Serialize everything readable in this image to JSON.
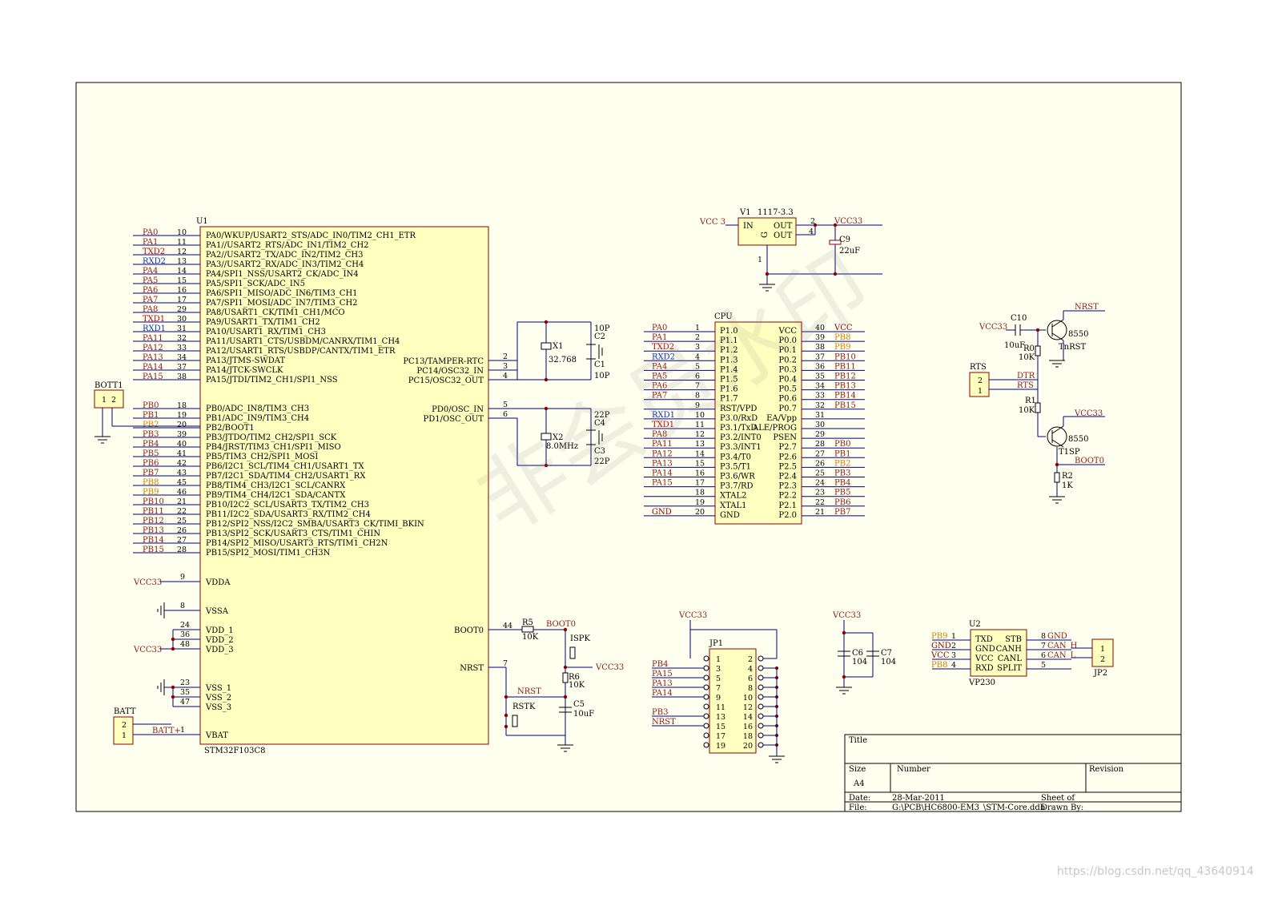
{
  "colors": {
    "frame": "#000000",
    "chip_fill": "#ffffc0",
    "paper": "#fffff0",
    "wire": "#000080",
    "net_label": "#8b1a1a",
    "power": "#8b0000",
    "pin_stub": "#8b0000",
    "junction": "#8b0000",
    "tx_net": "#c00000",
    "rx_net": "#1030c0",
    "boot_net": "#d08000"
  },
  "watermark": "非会员水印",
  "source_url": "https://blog.csdn.net/qq_43640914",
  "title_block": {
    "title_label": "Title",
    "size_label": "Size",
    "size_value": "A4",
    "number_label": "Number",
    "revision_label": "Revision",
    "date_label": "Date:",
    "date_value": "28-Mar-2011",
    "sheet_label": "Sheet   of",
    "file_label": "File:",
    "file_value": "G:\\PCB\\HC6800-EM3_\\STM-Core.ddb",
    "drawn_label": "Drawn By:"
  },
  "u1": {
    "ref": "U1",
    "name": "STM32F103C8",
    "left_pins": [
      {
        "num": "10",
        "label": "PA0/WKUP/USART2_STS/ADC_IN0/TIM2_CH1_ETR",
        "net": "PA0"
      },
      {
        "num": "11",
        "label": "PA1//USART2_RTS/ADC_IN1/TIM2_CH2",
        "net": "PA1"
      },
      {
        "num": "12",
        "label": "PA2//USART2_TX/ADC_IN2/TIM2_CH3",
        "net": "TXD2"
      },
      {
        "num": "13",
        "label": "PA3//USART2_RX/ADC_IN3/TIM2_CH4",
        "net": "RXD2"
      },
      {
        "num": "14",
        "label": "PA4/SPI1_NSS/USART2_CK/ADC_IN4",
        "net": "PA4"
      },
      {
        "num": "15",
        "label": "PA5/SPI1_SCK/ADC_IN5",
        "net": "PA5"
      },
      {
        "num": "16",
        "label": "PA6/SPI1_MISO/ADC_IN6/TIM3_CH1",
        "net": "PA6"
      },
      {
        "num": "17",
        "label": "PA7/SPI1_MOSI/ADC_IN7/TIM3_CH2",
        "net": "PA7"
      },
      {
        "num": "29",
        "label": "PA8/USART1_CK/TIM1_CH1/MCO",
        "net": "PA8"
      },
      {
        "num": "30",
        "label": "PA9/USART1_TX/TIM1_CH2",
        "net": "TXD1"
      },
      {
        "num": "31",
        "label": "PA10/USART1_RX/TIM1_CH3",
        "net": "RXD1"
      },
      {
        "num": "32",
        "label": "PA11/USART1_CTS/USBDM/CANRX/TIM1_CH4",
        "net": "PA11"
      },
      {
        "num": "33",
        "label": "PA12/USART1_RTS/USBDP/CANTX/TIM1_ETR",
        "net": "PA12"
      },
      {
        "num": "34",
        "label": "PA13/JTMS-SWDAT",
        "net": "PA13"
      },
      {
        "num": "37",
        "label": "PA14/JTCK-SWCLK",
        "net": "PA14"
      },
      {
        "num": "38",
        "label": "PA15/JTDI/TIM2_CH1/SPI1_NSS",
        "net": "PA15"
      },
      {
        "num": "18",
        "label": "PB0/ADC_IN8/TIM3_CH3",
        "net": "PB0"
      },
      {
        "num": "19",
        "label": "PB1/ADC_IN9/TIM3_CH4",
        "net": "PB1"
      },
      {
        "num": "20",
        "label": "PB2/BOOT1",
        "net": "PB2"
      },
      {
        "num": "39",
        "label": "PB3/JTDO/TIM2_CH2/SPI1_SCK",
        "net": "PB3"
      },
      {
        "num": "40",
        "label": "PB4/JRST/TIM3_CH1/SPI1_MISO",
        "net": "PB4"
      },
      {
        "num": "41",
        "label": "PB5/TIM3_CH2/SPI1_MOSI",
        "net": "PB5"
      },
      {
        "num": "42",
        "label": "PB6/I2C1_SCL/TIM4_CH1/USART1_TX",
        "net": "PB6"
      },
      {
        "num": "43",
        "label": "PB7/I2C1_SDA/TIM4_CH2/USART1_RX",
        "net": "PB7"
      },
      {
        "num": "45",
        "label": "PB8/TIM4_CH3/I2C1_SCL/CANRX",
        "net": "PB8"
      },
      {
        "num": "46",
        "label": "PB9/TIM4_CH4/I2C1_SDA/CANTX",
        "net": "PB9"
      },
      {
        "num": "21",
        "label": "PB10/I2C2_SCL/USART3_TX/TIM2_CH3",
        "net": "PB10"
      },
      {
        "num": "22",
        "label": "PB11/I2C2_SDA/USART3_RX/TIM2_CH4",
        "net": "PB11"
      },
      {
        "num": "25",
        "label": "PB12/SPI2_NSS/I2C2_SMBA/USART3_CK/TIMI_BKIN",
        "net": "PB12"
      },
      {
        "num": "26",
        "label": "PB13/SPI2_SCK/USART3_CTS/TIM1_CHIN",
        "net": "PB13"
      },
      {
        "num": "27",
        "label": "PB14/SPI2_MISO/USART3_RTS/TIM1_CH2N",
        "net": "PB14"
      },
      {
        "num": "28",
        "label": "PB15/SPI2_MOSI/TIM1_CH3N",
        "net": "PB15"
      }
    ],
    "power_pins": [
      {
        "num": "9",
        "label": "VDDA"
      },
      {
        "num": "8",
        "label": "VSSA"
      },
      {
        "num": "24",
        "label": "VDD_1"
      },
      {
        "num": "36",
        "label": "VDD_2"
      },
      {
        "num": "48",
        "label": "VDD_3"
      },
      {
        "num": "23",
        "label": "VSS_1"
      },
      {
        "num": "35",
        "label": "VSS_2"
      },
      {
        "num": "47",
        "label": "VSS_3"
      },
      {
        "num": "1",
        "label": "VBAT"
      }
    ],
    "right_pins": [
      {
        "num": "2",
        "label": "PC13/TAMPER-RTC"
      },
      {
        "num": "3",
        "label": "PC14/OSC32_IN"
      },
      {
        "num": "4",
        "label": "PC15/OSC32_OUT"
      },
      {
        "num": "5",
        "label": "PD0/OSC_IN"
      },
      {
        "num": "6",
        "label": "PD1/OSC_OUT"
      },
      {
        "num": "44",
        "label": "BOOT0"
      },
      {
        "num": "7",
        "label": "NRST"
      }
    ]
  },
  "nets": {
    "vcc33": "VCC33",
    "vcc3": "VCC 3",
    "batt_plus": "BATT+",
    "nrst": "NRST",
    "boot0": "BOOT0",
    "gnd": "GND",
    "dtr": "DTR",
    "rts": "RTS"
  },
  "parts": {
    "bott1": {
      "ref": "BOTT1",
      "p1": "1",
      "p2": "2"
    },
    "batt": {
      "ref": "BATT",
      "p1": "1",
      "p2": "2"
    },
    "v1": {
      "ref": "V1",
      "value": "1117-3.3",
      "in": "IN",
      "out1": "OUT",
      "out2": "OUT",
      "g": "G",
      "p2": "2",
      "p4": "4",
      "p1": "1",
      "p3": "3"
    },
    "c9": {
      "ref": "C9",
      "value": "22uF"
    },
    "x1": {
      "ref": "X1",
      "value": "32.768"
    },
    "c2": {
      "ref": "C2",
      "value": "10P"
    },
    "c1": {
      "ref": "C1",
      "value": "10P"
    },
    "x2": {
      "ref": "X2",
      "value": "8.0MHz"
    },
    "c4": {
      "ref": "C4",
      "value": "22P"
    },
    "c3": {
      "ref": "C3",
      "value": "22P"
    },
    "r5": {
      "ref": "R5",
      "value": "10K"
    },
    "ispk": {
      "ref": "ISPK"
    },
    "r6": {
      "ref": "R6",
      "value": "10K"
    },
    "rstk": {
      "ref": "RSTK"
    },
    "c5": {
      "ref": "C5",
      "value": "10uF"
    },
    "c10": {
      "ref": "C10",
      "value": "10uF"
    },
    "r0": {
      "ref": "R0",
      "value": "10K"
    },
    "r1": {
      "ref": "R1",
      "value": "10K"
    },
    "r2": {
      "ref": "R2",
      "value": "1K"
    },
    "q1": {
      "ref": "TnRST",
      "value": "8550"
    },
    "q2": {
      "ref": "T1SP",
      "value": "8550"
    },
    "rts_conn": {
      "ref": "RTS",
      "p1": "1",
      "p2": "2"
    },
    "jp1": {
      "ref": "JP1"
    },
    "c6": {
      "ref": "C6",
      "value": "104"
    },
    "c7": {
      "ref": "C7",
      "value": "104"
    },
    "u2": {
      "ref": "U2",
      "name": "VP230",
      "pins": [
        {
          "num": "1",
          "label": "TXD",
          "net": "PB9"
        },
        {
          "num": "2",
          "label": "GND",
          "net": "GND"
        },
        {
          "num": "3",
          "label": "VCC",
          "net": "VCC"
        },
        {
          "num": "4",
          "label": "RXD",
          "net": "PB8"
        }
      ],
      "rpins": [
        {
          "num": "8",
          "label": "STB",
          "net": "GND"
        },
        {
          "num": "7",
          "label": "CANH",
          "net": "CAN_H"
        },
        {
          "num": "6",
          "label": "CANL",
          "net": "CAN_L"
        },
        {
          "num": "5",
          "label": "SPLIT",
          "net": ""
        }
      ]
    },
    "jp2": {
      "ref": "JP2",
      "p1": "1",
      "p2": "2"
    }
  },
  "cpu": {
    "ref": "CPU",
    "left": [
      {
        "num": "1",
        "label": "P1.0",
        "net": "PA0"
      },
      {
        "num": "2",
        "label": "P1.1",
        "net": "PA1"
      },
      {
        "num": "3",
        "label": "P1.2",
        "net": "TXD2"
      },
      {
        "num": "4",
        "label": "P1.3",
        "net": "RXD2"
      },
      {
        "num": "5",
        "label": "P1.4",
        "net": "PA4"
      },
      {
        "num": "6",
        "label": "P1.5",
        "net": "PA5"
      },
      {
        "num": "7",
        "label": "P1.6",
        "net": "PA6"
      },
      {
        "num": "8",
        "label": "P1.7",
        "net": "PA7"
      },
      {
        "num": "9",
        "label": "RST/VPD",
        "net": ""
      },
      {
        "num": "10",
        "label": "P3.0/RxD",
        "net": "RXD1"
      },
      {
        "num": "11",
        "label": "P3.1/TxD",
        "net": "TXD1"
      },
      {
        "num": "12",
        "label": "P3.2/INT0",
        "net": "PA8"
      },
      {
        "num": "13",
        "label": "P3.3/INT1",
        "net": "PA11"
      },
      {
        "num": "14",
        "label": "P3.4/T0",
        "net": "PA12"
      },
      {
        "num": "15",
        "label": "P3.5/T1",
        "net": "PA13"
      },
      {
        "num": "16",
        "label": "P3.6/WR",
        "net": "PA14"
      },
      {
        "num": "17",
        "label": "P3.7/RD",
        "net": "PA15"
      },
      {
        "num": "18",
        "label": "XTAL2",
        "net": ""
      },
      {
        "num": "19",
        "label": "XTAL1",
        "net": ""
      },
      {
        "num": "20",
        "label": "GND",
        "net": "GND"
      }
    ],
    "right": [
      {
        "num": "40",
        "label": "VCC",
        "net": "VCC"
      },
      {
        "num": "39",
        "label": "P0.0",
        "net": "PB8"
      },
      {
        "num": "38",
        "label": "P0.1",
        "net": "PB9"
      },
      {
        "num": "37",
        "label": "P0.2",
        "net": "PB10"
      },
      {
        "num": "36",
        "label": "P0.3",
        "net": "PB11"
      },
      {
        "num": "35",
        "label": "P0.4",
        "net": "PB12"
      },
      {
        "num": "34",
        "label": "P0.5",
        "net": "PB13"
      },
      {
        "num": "33",
        "label": "P0.6",
        "net": "PB14"
      },
      {
        "num": "32",
        "label": "P0.7",
        "net": "PB15"
      },
      {
        "num": "31",
        "label": "EA/Vpp",
        "net": ""
      },
      {
        "num": "30",
        "label": "ALE/PROG",
        "net": ""
      },
      {
        "num": "29",
        "label": "PSEN",
        "net": ""
      },
      {
        "num": "28",
        "label": "P2.7",
        "net": "PB0"
      },
      {
        "num": "27",
        "label": "P2.6",
        "net": "PB1"
      },
      {
        "num": "26",
        "label": "P2.5",
        "net": "PB2"
      },
      {
        "num": "25",
        "label": "P2.4",
        "net": "PB3"
      },
      {
        "num": "24",
        "label": "P2.3",
        "net": "PB4"
      },
      {
        "num": "23",
        "label": "P2.2",
        "net": "PB5"
      },
      {
        "num": "22",
        "label": "P2.1",
        "net": "PB6"
      },
      {
        "num": "21",
        "label": "P2.0",
        "net": "PB7"
      }
    ]
  },
  "jp1_pins": {
    "left": [
      "1",
      "3",
      "5",
      "7",
      "9",
      "11",
      "13",
      "15",
      "17",
      "19"
    ],
    "right": [
      "2",
      "4",
      "6",
      "8",
      "10",
      "12",
      "14",
      "16",
      "18",
      "20"
    ],
    "nets": [
      "",
      "PB4",
      "PA15",
      "PA13",
      "PA14",
      "",
      "PB3",
      "NRST",
      "",
      ""
    ]
  }
}
